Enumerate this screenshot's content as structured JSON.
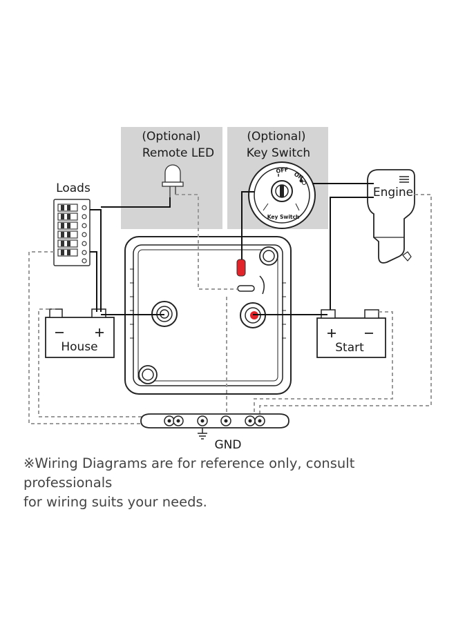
{
  "labels": {
    "remote_led_optional": "(Optional)",
    "remote_led": "Remote LED",
    "key_switch_optional": "(Optional)",
    "key_switch": "Key Switch",
    "loads": "Loads",
    "engine": "Engine",
    "house": "House",
    "start": "Start",
    "gnd": "GND",
    "key_off": "OFF",
    "key_on": "ON",
    "key_brand": "Key Switch",
    "plus": "+",
    "minus": "−"
  },
  "note": {
    "line1": "※Wiring Diagrams are for reference only, consult professionals",
    "line2": "for wiring suits your needs."
  },
  "colors": {
    "wire": "#111111",
    "dashed_wire": "#9a9a9a",
    "optional_panel": "#d4d4d4",
    "positive_terminal": "#e0242a",
    "led": "#e0242a"
  }
}
